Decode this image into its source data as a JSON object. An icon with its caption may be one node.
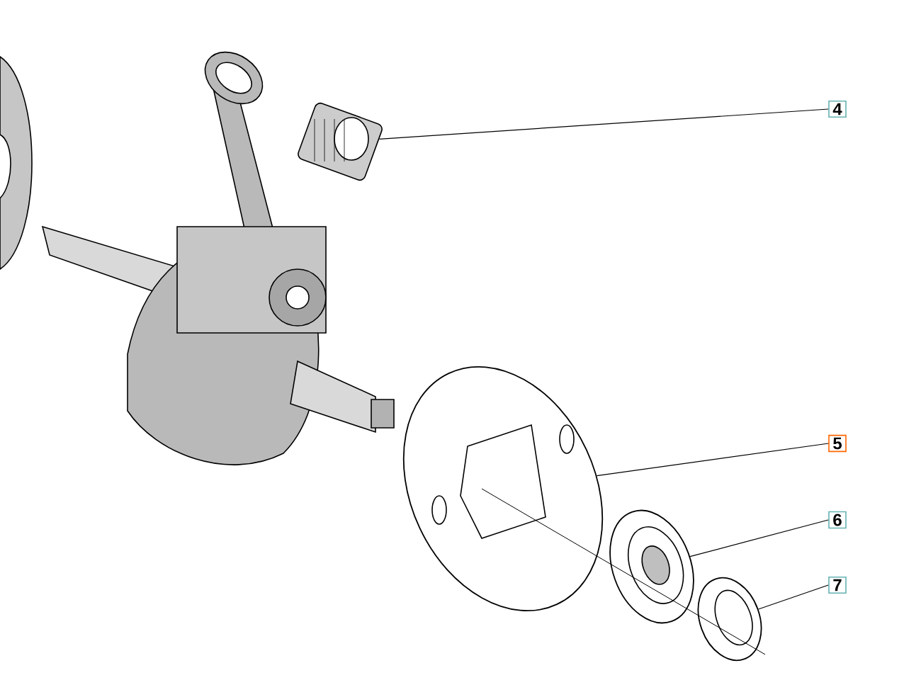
{
  "diagram": {
    "nodes": [
      {
        "text": [
          "4"
        ]
      },
      {
        "text": [
          "5"
        ]
      },
      {
        "text": [
          "6"
        ]
      },
      {
        "text": [
          "7"
        ]
      },
      {
        "text": [],
        "shape": "picture"
      },
      {
        "text": [],
        "shape": "picture"
      },
      {
        "text": [],
        "shape": "picture"
      },
      {
        "text": [],
        "shape": "picture"
      }
    ],
    "edges": [
      {
        "from": 0,
        "to": 4,
        "arrow": "none"
      },
      {
        "from": 1,
        "to": 5,
        "arrow": "none"
      },
      {
        "from": 2,
        "to": 6,
        "arrow": "none"
      },
      {
        "from": 3,
        "to": 7,
        "arrow": "none"
      }
    ]
  }
}
